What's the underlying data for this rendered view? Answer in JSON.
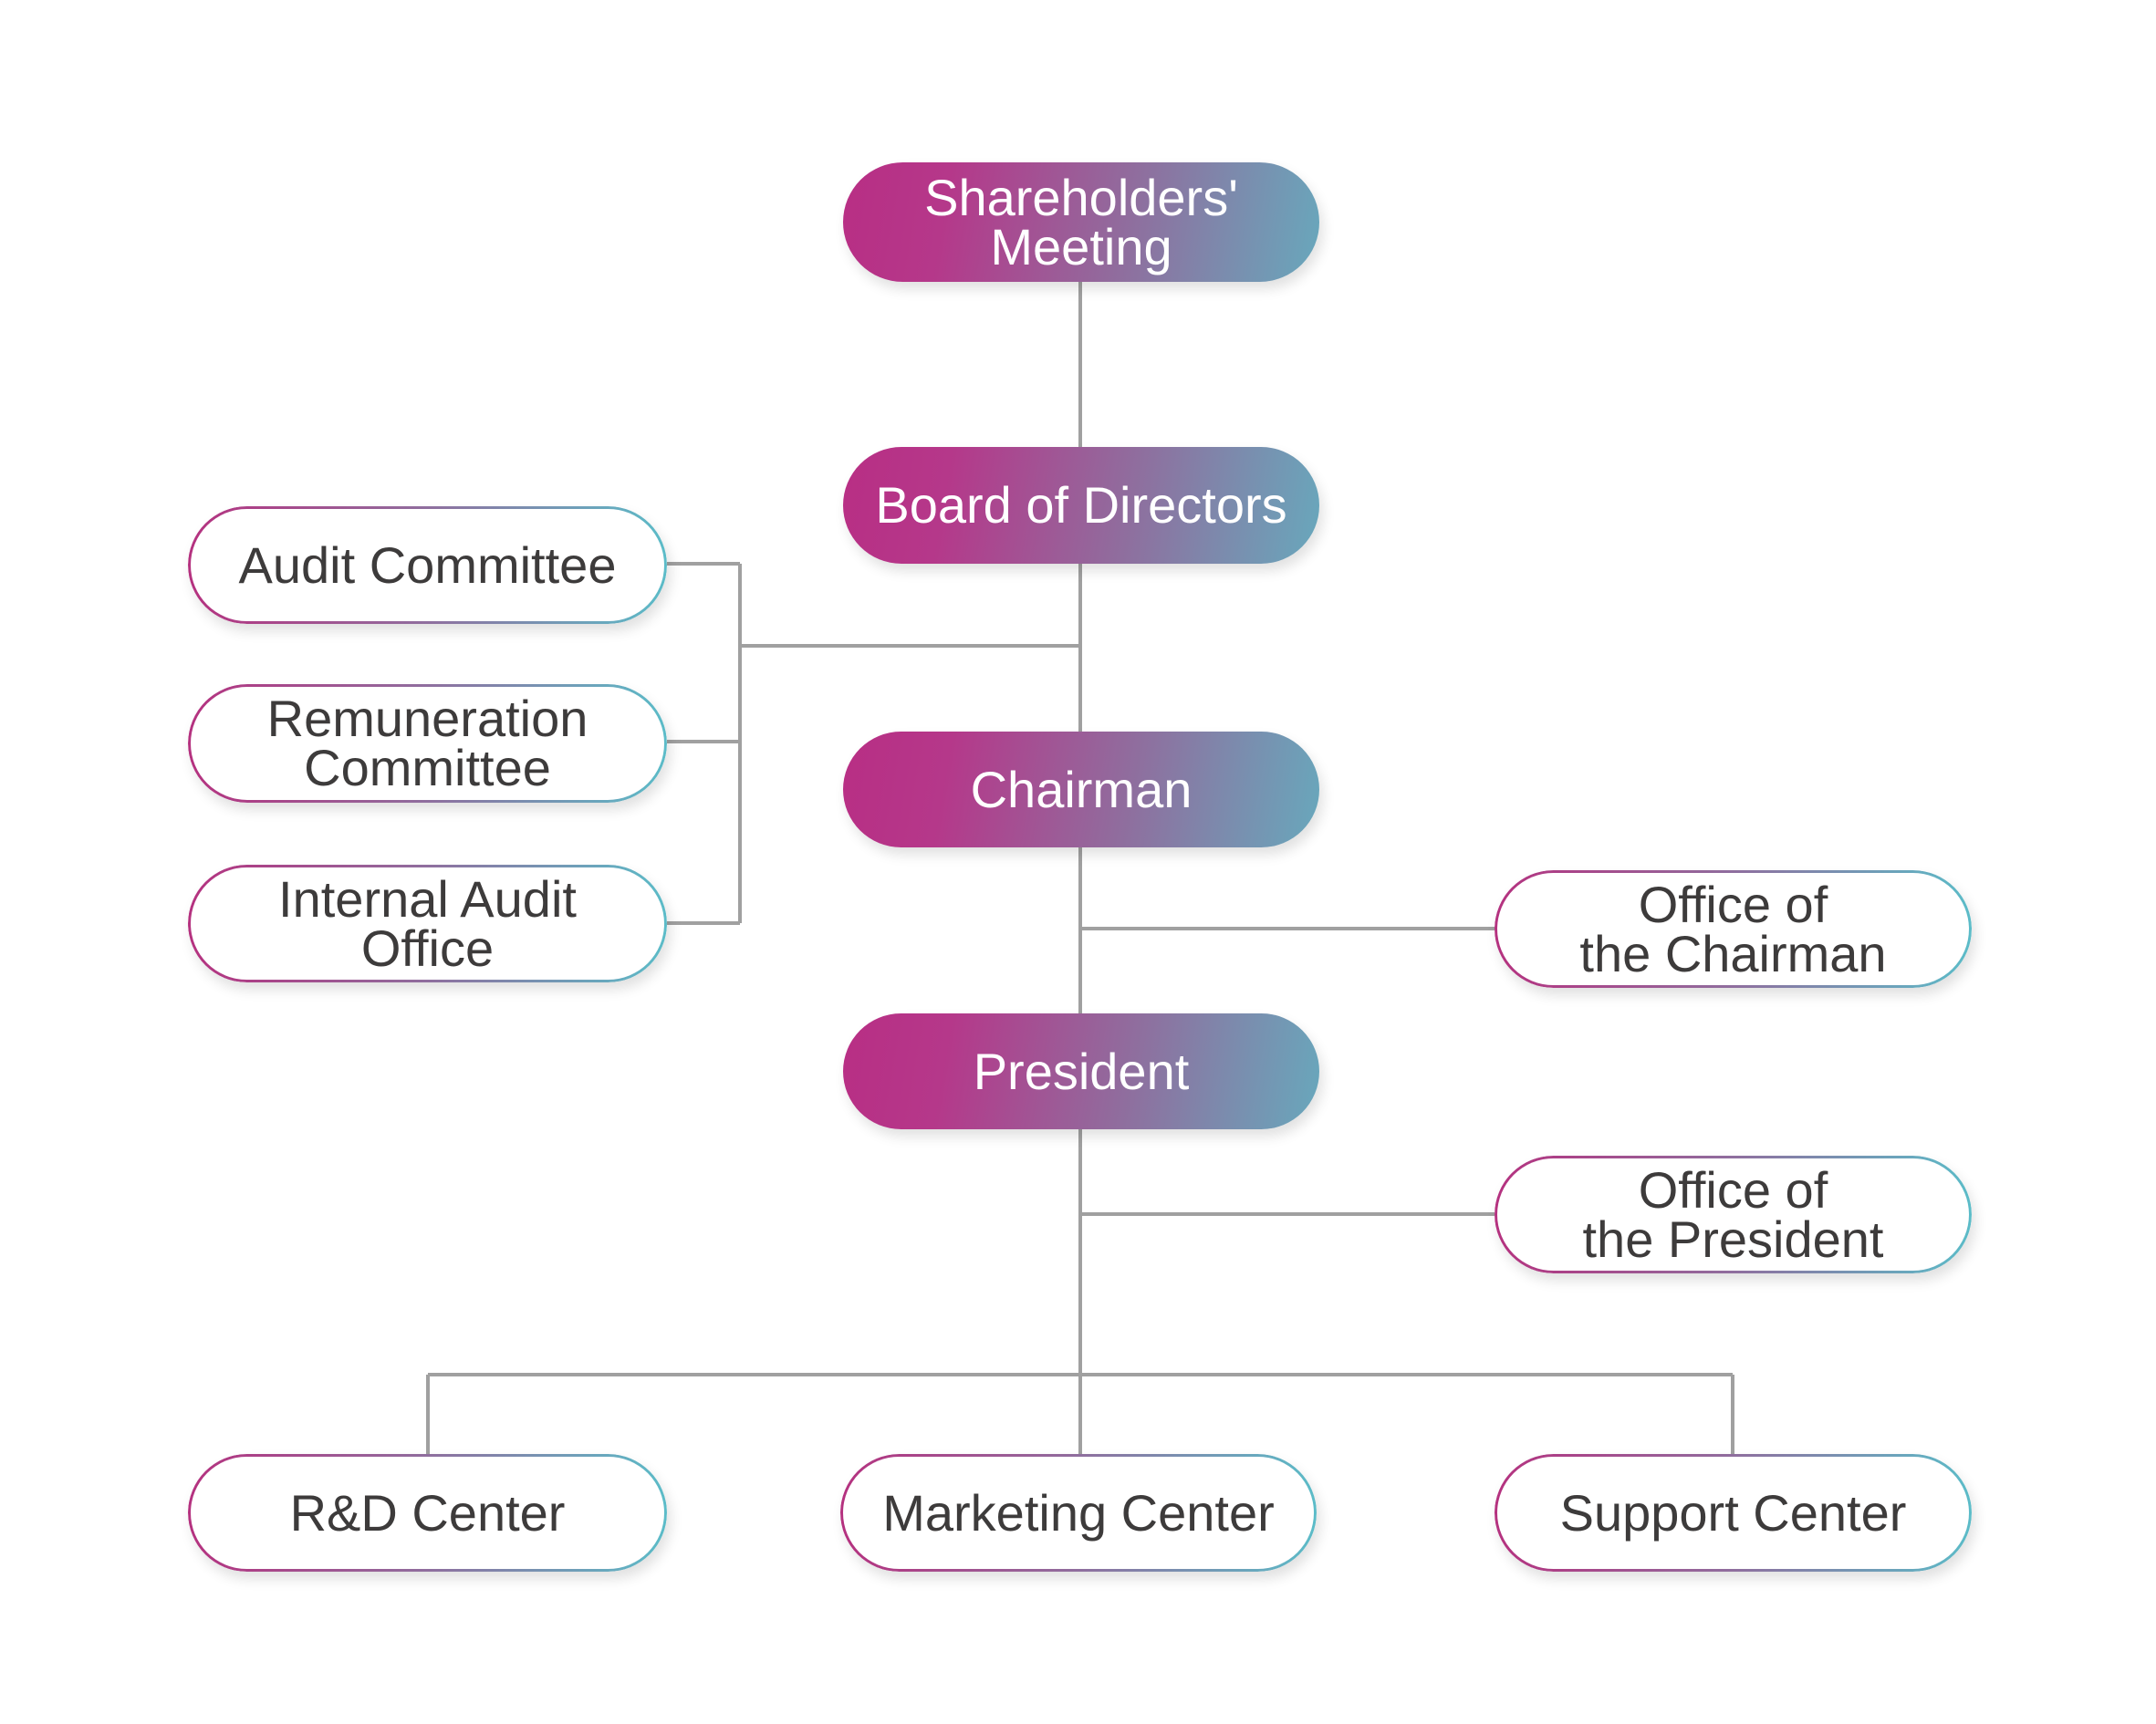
{
  "chart": {
    "title": "Organization Chart",
    "colors": {
      "gradient_start": "#b82e84",
      "gradient_end": "#68a8bc",
      "outline_start": "#b5317f",
      "outline_end": "#5bbcc8",
      "connector": "#a0a0a0",
      "text_dark": "#3d3b3b"
    },
    "main_chain": [
      {
        "id": "shareholders",
        "label": "Shareholders'\nMeeting"
      },
      {
        "id": "board",
        "label": "Board of Directors"
      },
      {
        "id": "chairman",
        "label": "Chairman"
      },
      {
        "id": "president",
        "label": "President"
      }
    ],
    "board_committees": [
      {
        "id": "audit",
        "label": "Audit Committee"
      },
      {
        "id": "remuneration",
        "label": "Remuneration\nCommittee"
      },
      {
        "id": "internal_audit",
        "label": "Internal Audit\nOffice"
      }
    ],
    "staff_offices": [
      {
        "id": "office_chairman",
        "label": "Office of\nthe Chairman",
        "reports_to": "chairman"
      },
      {
        "id": "office_president",
        "label": "Office of\nthe President",
        "reports_to": "president"
      }
    ],
    "centers": [
      {
        "id": "rd",
        "label": "R&D Center"
      },
      {
        "id": "marketing",
        "label": "Marketing Center"
      },
      {
        "id": "support",
        "label": "Support Center"
      }
    ]
  }
}
